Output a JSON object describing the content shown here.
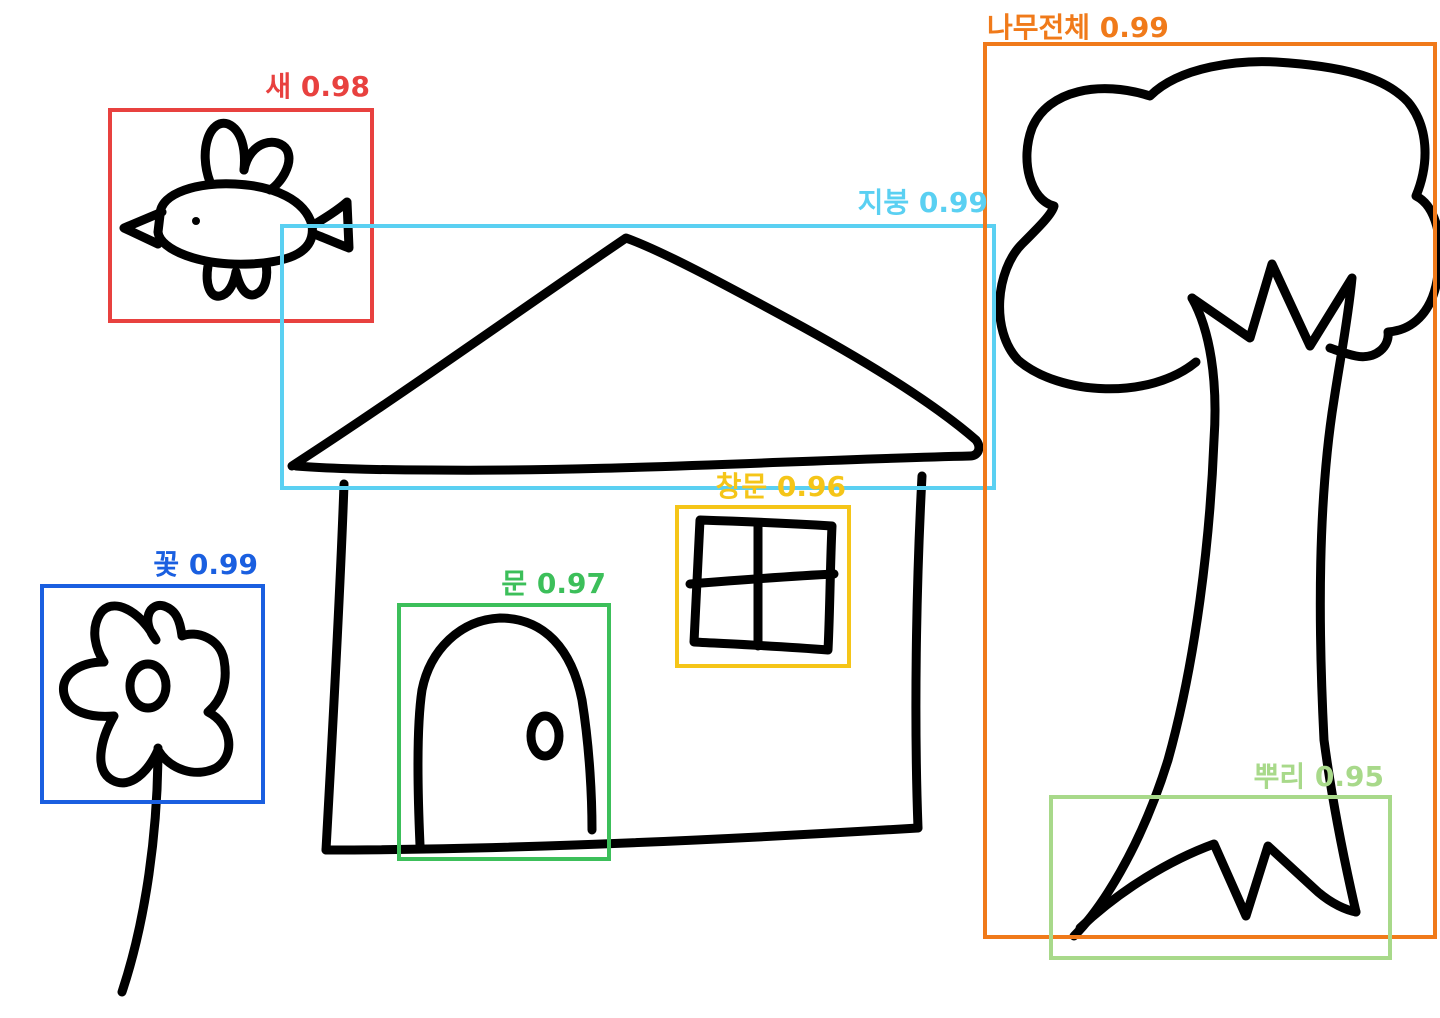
{
  "detections": [
    {
      "id": "bird",
      "label": "새 0.98",
      "color": "#e8413f"
    },
    {
      "id": "roof",
      "label": "지붕 0.99",
      "color": "#5ad0f2"
    },
    {
      "id": "tree",
      "label": "나무전체 0.99",
      "color": "#f07a1a"
    },
    {
      "id": "window",
      "label": "창문 0.96",
      "color": "#f5c518"
    },
    {
      "id": "door",
      "label": "문 0.97",
      "color": "#3cbf5a"
    },
    {
      "id": "flower",
      "label": "꽃 0.99",
      "color": "#1a5fe0"
    },
    {
      "id": "roots",
      "label": "뿌리 0.95",
      "color": "#a8d98a"
    }
  ]
}
